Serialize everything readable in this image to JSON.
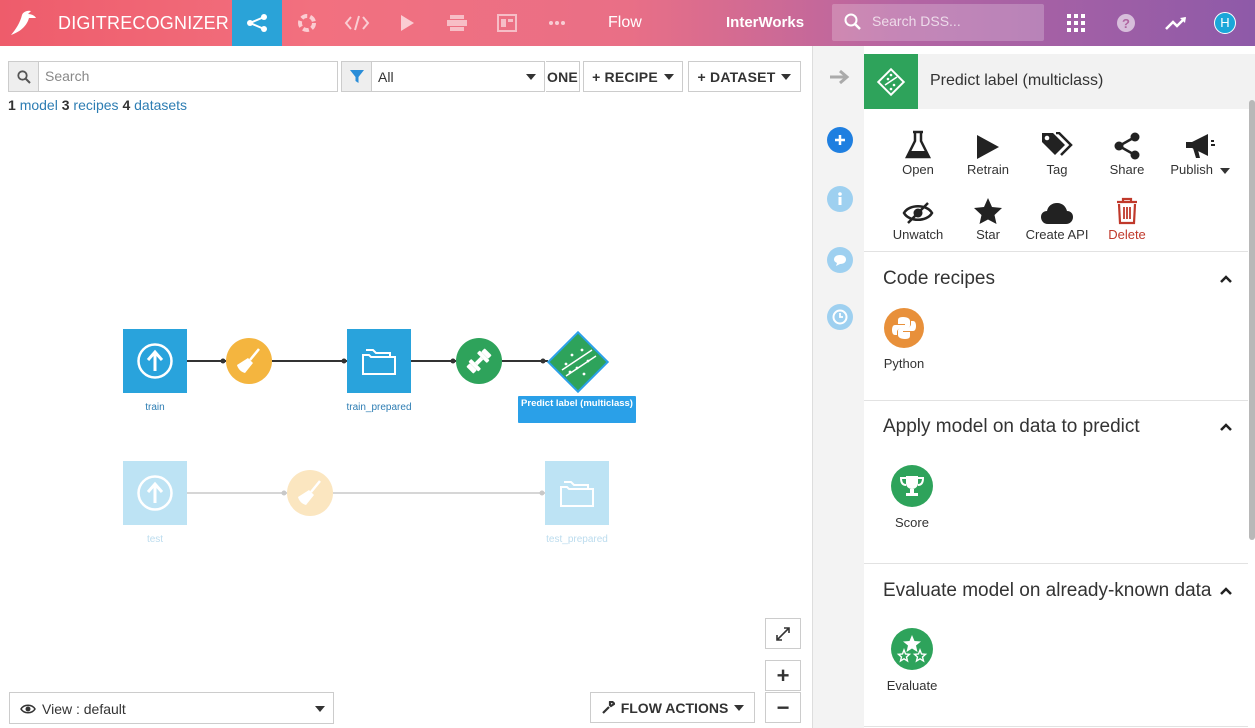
{
  "topnav": {
    "project_name": "DIGITRECOGNIZER",
    "flow_label": "Flow",
    "org_label": "InterWorks",
    "search_placeholder": "Search DSS...",
    "avatar_initial": "H",
    "icons": [
      "flow-icon",
      "lab-icon",
      "code-icon",
      "run-icon",
      "publish-icon",
      "dashboard-icon",
      "more-icon",
      "grid-icon",
      "help-icon",
      "activity-icon"
    ]
  },
  "flow": {
    "search_placeholder": "Search",
    "filter_value": "All",
    "zone_button_label": "ONE",
    "recipe_button_label": "+ RECIPE",
    "dataset_button_label": "+ DATASET",
    "counts": {
      "model_count": "1",
      "model_label": "model",
      "recipe_count": "3",
      "recipe_label": "recipes",
      "dataset_count": "4",
      "dataset_label": "datasets"
    },
    "nodes": {
      "train": "train",
      "train_prepared": "train_prepared",
      "model": "Predict label (multiclass)",
      "test": "test",
      "test_prepared": "test_prepared"
    },
    "view_label": "View : default",
    "flow_actions_label": "FLOW ACTIONS",
    "zoom_in": "+",
    "zoom_out": "−"
  },
  "panel": {
    "title": "Predict label (multiclass)",
    "actions": {
      "open": "Open",
      "retrain": "Retrain",
      "tag": "Tag",
      "share": "Share",
      "publish": "Publish",
      "unwatch": "Unwatch",
      "star": "Star",
      "create_api": "Create API",
      "delete": "Delete"
    },
    "sections": {
      "code_recipes": {
        "title": "Code recipes",
        "items": [
          "Python"
        ]
      },
      "apply_model": {
        "title": "Apply model on data to predict",
        "items": [
          "Score"
        ]
      },
      "evaluate_model": {
        "title": "Evaluate model on already-known data",
        "items": [
          "Evaluate"
        ]
      }
    }
  },
  "colors": {
    "dataset_blue": "#29a3dc",
    "prepare_yellow": "#f4b53f",
    "train_green": "#2ea35b",
    "python_orange": "#e8903a",
    "delete_red": "#c0392b",
    "link_blue": "#2d7db3"
  }
}
